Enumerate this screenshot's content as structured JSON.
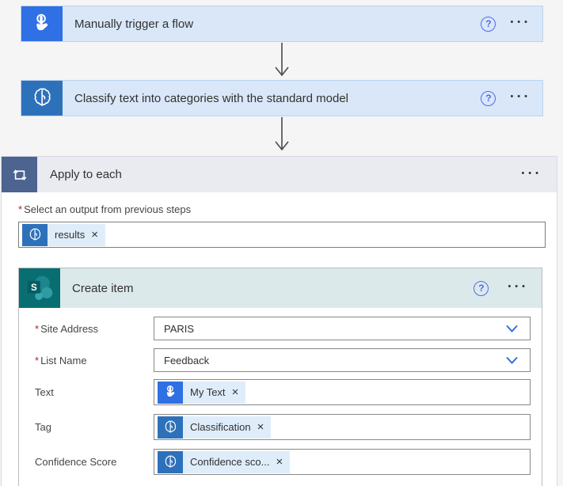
{
  "marks": {
    "required": "*",
    "help": "?",
    "ellipsis": "•••",
    "remove": "×"
  },
  "colors": {
    "trigger_icon_bg": "#2f70e4",
    "ai_builder_icon_bg": "#2e71bb",
    "apply_icon_bg": "#4d6390",
    "sharepoint_icon_bg": "#086e72",
    "card_header_bg": "#d9e7f9",
    "apply_header_bg": "#e9ebf1",
    "create_header_bg": "#dce9ea",
    "token_chip_bg": "#dfedfb",
    "help_icon_color": "#4f6bed",
    "chevron_color": "#2f6fe4",
    "required_color": "#a4262c"
  },
  "trigger_card": {
    "title": "Manually trigger a flow"
  },
  "classify_card": {
    "title": "Classify text into categories with the standard model"
  },
  "apply_to_each": {
    "title": "Apply to each",
    "output_label": "Select an output from previous steps",
    "token": {
      "text": "results"
    }
  },
  "create_item": {
    "title": "Create item",
    "fields": [
      {
        "label": "Site Address",
        "required": true,
        "type": "dropdown",
        "value": "PARIS"
      },
      {
        "label": "List Name",
        "required": true,
        "type": "dropdown",
        "value": "Feedback"
      },
      {
        "label": "Text",
        "required": false,
        "type": "token",
        "value": "My Text",
        "icon": "manual-trigger-icon"
      },
      {
        "label": "Tag",
        "required": false,
        "type": "token",
        "value": "Classification",
        "icon": "ai-builder-brain-icon"
      },
      {
        "label": "Confidence Score",
        "required": false,
        "type": "token",
        "value": "Confidence sco...",
        "icon": "ai-builder-brain-icon"
      }
    ]
  }
}
